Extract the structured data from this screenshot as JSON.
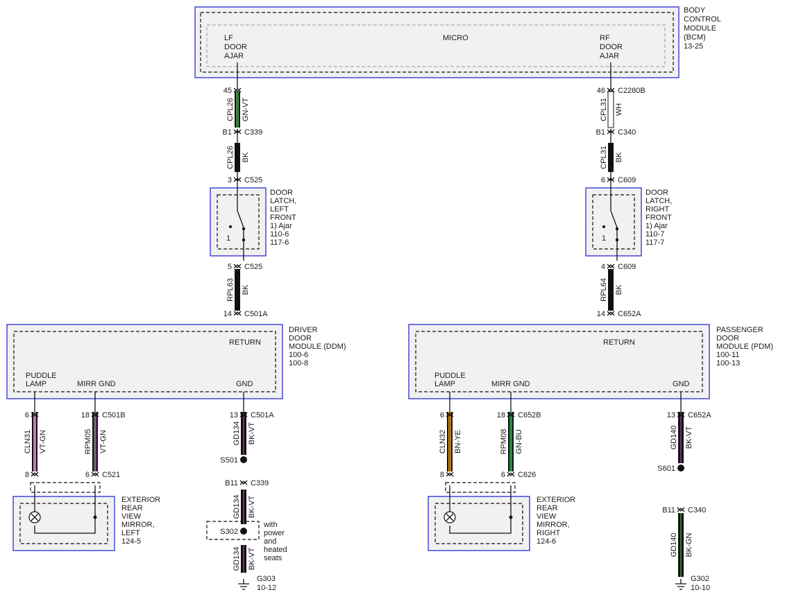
{
  "modules": {
    "bcm": {
      "micro": "MICRO",
      "lf_pin": [
        "LF",
        "DOOR",
        "AJAR"
      ],
      "rf_pin": [
        "RF",
        "DOOR",
        "AJAR"
      ],
      "label": [
        "BODY",
        "CONTROL",
        "MODULE",
        "(BCM)",
        "13-25"
      ]
    },
    "latch_left": {
      "label": [
        "DOOR",
        "LATCH,",
        "LEFT",
        "FRONT",
        "1) Ajar",
        "110-6",
        "117-6"
      ],
      "num": "1"
    },
    "latch_right": {
      "label": [
        "DOOR",
        "LATCH,",
        "RIGHT",
        "FRONT",
        "1) Ajar",
        "110-7",
        "117-7"
      ],
      "num": "1"
    },
    "ddm": {
      "return": "RETURN",
      "puddle": [
        "PUDDLE",
        "LAMP"
      ],
      "mirr_gnd": "MIRR GND",
      "gnd": "GND",
      "label": [
        "DRIVER",
        "DOOR",
        "MODULE (DDM)",
        "100-6",
        "100-8"
      ]
    },
    "pdm": {
      "return": "RETURN",
      "puddle": [
        "PUDDLE",
        "LAMP"
      ],
      "mirr_gnd": "MIRR GND",
      "gnd": "GND",
      "label": [
        "PASSENGER",
        "DOOR",
        "MODULE (PDM)",
        "100-11",
        "100-13"
      ]
    },
    "mirror_left": {
      "label": [
        "EXTERIOR",
        "REAR",
        "VIEW",
        "MIRROR,",
        "LEFT",
        "124-5"
      ]
    },
    "mirror_right": {
      "label": [
        "EXTERIOR",
        "REAR",
        "VIEW",
        "MIRROR,",
        "RIGHT",
        "124-6"
      ]
    }
  },
  "wires": [
    {
      "circuit": "CPL26",
      "color": "GN-VT",
      "c1": "#2e9e2e",
      "c2": "#9b2f9b"
    },
    {
      "circuit": "CPL26",
      "color": "BK",
      "c1": "#111111",
      "c2": "#111111"
    },
    {
      "circuit": "RPL63",
      "color": "BK",
      "c1": "#111111",
      "c2": "#111111"
    },
    {
      "circuit": "CPL31",
      "color": "WH",
      "c1": "#ffffff",
      "c2": "#ffffff"
    },
    {
      "circuit": "CPL31",
      "color": "BK",
      "c1": "#111111",
      "c2": "#111111"
    },
    {
      "circuit": "RPL64",
      "color": "BK",
      "c1": "#111111",
      "c2": "#111111"
    },
    {
      "circuit": "CLN31",
      "color": "VT-GN",
      "c1": "#c47ac4",
      "c2": "#c47ac4"
    },
    {
      "circuit": "RPM05",
      "color": "VT-GN",
      "c1": "#9b2f9b",
      "c2": "#2e9e2e"
    },
    {
      "circuit": "GD134",
      "color": "BK-VT",
      "c1": "#111111",
      "c2": "#9b2f9b"
    },
    {
      "circuit": "GD134",
      "color": "BK-VT",
      "c1": "#111111",
      "c2": "#9b2f9b"
    },
    {
      "circuit": "GD134",
      "color": "BK-VT",
      "c1": "#111111",
      "c2": "#9b2f9b"
    },
    {
      "circuit": "CLN32",
      "color": "BN-YE",
      "c1": "#e8a21a",
      "c2": "#8b4513"
    },
    {
      "circuit": "RPM08",
      "color": "GN-BU",
      "c1": "#1f8f3a",
      "c2": "#1f8f3a"
    },
    {
      "circuit": "GD140",
      "color": "BK-VT",
      "c1": "#111111",
      "c2": "#9b2f9b"
    },
    {
      "circuit": "GD140",
      "color": "BK-GN",
      "c1": "#111111",
      "c2": "#2e9e2e"
    }
  ],
  "connectors": [
    {
      "pin": "45",
      "name": ""
    },
    {
      "pin": "B1",
      "name": "C339"
    },
    {
      "pin": "3",
      "name": "C525"
    },
    {
      "pin": "5",
      "name": "C525"
    },
    {
      "pin": "14",
      "name": "C501A"
    },
    {
      "pin": "46",
      "name": "C2280B"
    },
    {
      "pin": "B1",
      "name": "C340"
    },
    {
      "pin": "6",
      "name": "C609"
    },
    {
      "pin": "4",
      "name": "C609"
    },
    {
      "pin": "14",
      "name": "C652A"
    },
    {
      "pin": "6",
      "name": ""
    },
    {
      "pin": "18",
      "name": "C501B"
    },
    {
      "pin": "8",
      "name": ""
    },
    {
      "pin": "6",
      "name": "C521"
    },
    {
      "pin": "13",
      "name": "C501A"
    },
    {
      "pin": "B11",
      "name": "C339"
    },
    {
      "pin": "6",
      "name": ""
    },
    {
      "pin": "18",
      "name": "C652B"
    },
    {
      "pin": "8",
      "name": ""
    },
    {
      "pin": "6",
      "name": "C626"
    },
    {
      "pin": "13",
      "name": "C652A"
    },
    {
      "pin": "B11",
      "name": "C340"
    }
  ],
  "splices": [
    {
      "name": "S501"
    },
    {
      "name": "S302"
    },
    {
      "name": "S601"
    }
  ],
  "s302_note": [
    "with",
    "power",
    "and",
    "heated",
    "seats"
  ],
  "grounds": [
    {
      "name": "G303",
      "ref": "10-12"
    },
    {
      "name": "G302",
      "ref": "10-10"
    }
  ],
  "colors": {
    "module_border": "#2b2bd6",
    "module_fill": "#f1f1f1"
  }
}
